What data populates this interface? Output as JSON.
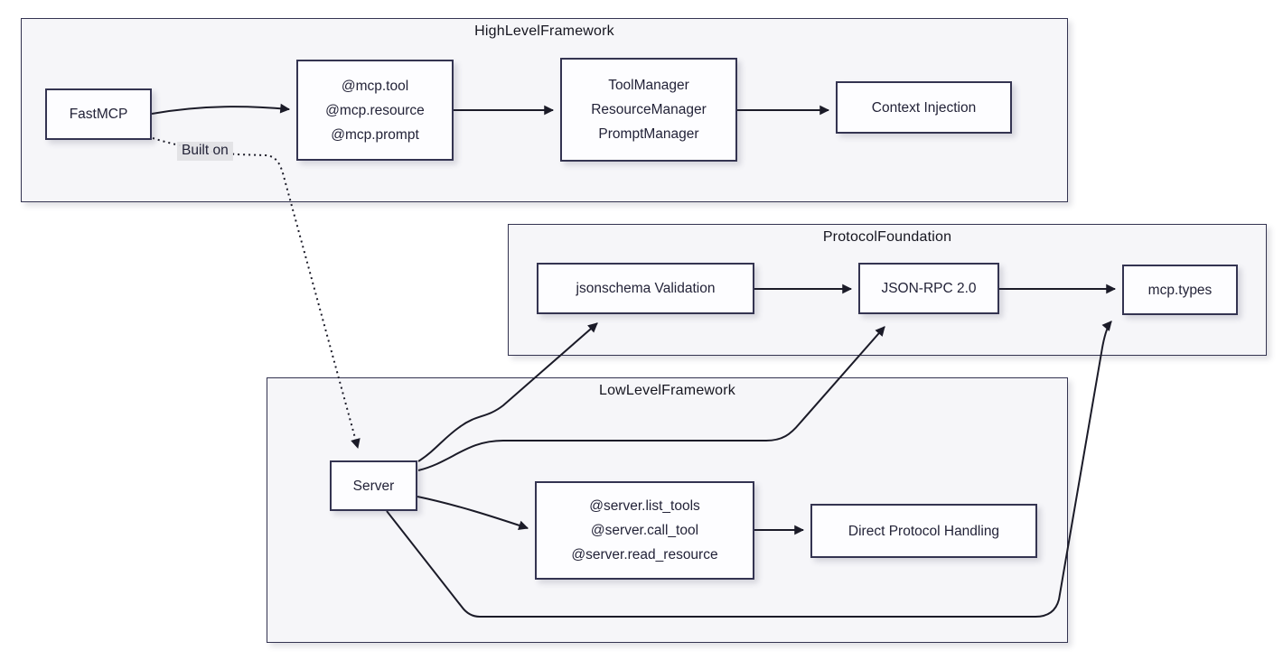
{
  "clusters": {
    "high_level": {
      "title": "HighLevelFramework"
    },
    "protocol_foundation": {
      "title": "ProtocolFoundation"
    },
    "low_level": {
      "title": "LowLevelFramework"
    }
  },
  "nodes": {
    "fastmcp": {
      "label": "FastMCP"
    },
    "mcp_decorators": {
      "label": "@mcp.tool\n@mcp.resource\n@mcp.prompt"
    },
    "managers": {
      "label": "ToolManager\nResourceManager\nPromptManager"
    },
    "context_injection": {
      "label": "Context Injection"
    },
    "jsonschema_validation": {
      "label": "jsonschema Validation"
    },
    "json_rpc": {
      "label": "JSON-RPC 2.0"
    },
    "mcp_types": {
      "label": "mcp.types"
    },
    "server": {
      "label": "Server"
    },
    "server_decorators": {
      "label": "@server.list_tools\n@server.call_tool\n@server.read_resource"
    },
    "direct_protocol": {
      "label": "Direct Protocol Handling"
    }
  },
  "edge_labels": {
    "built_on": "Built on"
  },
  "edges": [
    {
      "from": "FastMCP",
      "to": "@mcp.tool @mcp.resource @mcp.prompt",
      "style": "solid"
    },
    {
      "from": "@mcp.tool @mcp.resource @mcp.prompt",
      "to": "ToolManager ResourceManager PromptManager",
      "style": "solid"
    },
    {
      "from": "ToolManager ResourceManager PromptManager",
      "to": "Context Injection",
      "style": "solid"
    },
    {
      "from": "jsonschema Validation",
      "to": "JSON-RPC 2.0",
      "style": "solid"
    },
    {
      "from": "JSON-RPC 2.0",
      "to": "mcp.types",
      "style": "solid"
    },
    {
      "from": "FastMCP",
      "to": "Server",
      "style": "dotted",
      "label": "Built on"
    },
    {
      "from": "Server",
      "to": "jsonschema Validation",
      "style": "solid"
    },
    {
      "from": "Server",
      "to": "JSON-RPC 2.0",
      "style": "solid"
    },
    {
      "from": "Server",
      "to": "@server.list_tools @server.call_tool @server.read_resource",
      "style": "solid"
    },
    {
      "from": "@server.list_tools @server.call_tool @server.read_resource",
      "to": "Direct Protocol Handling",
      "style": "solid"
    },
    {
      "from": "Server",
      "to": "mcp.types",
      "style": "solid"
    }
  ],
  "colors": {
    "edge_stroke": "#1b1b28",
    "node_border": "#343451",
    "node_fill": "#fdfdff",
    "cluster_fill": "#f6f6f9",
    "edge_label_bg": "#e1e1e5",
    "text": "#232338"
  }
}
